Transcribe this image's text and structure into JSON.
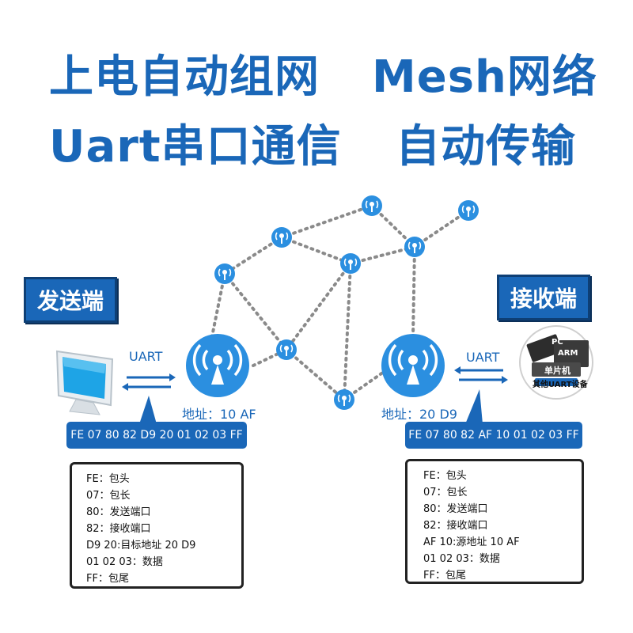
{
  "headline": {
    "line1_left": "上电自动组网",
    "line1_right": "Mesh网络",
    "line2_left": "Uart串口通信",
    "line2_right": "自动传输"
  },
  "sender": {
    "tag": "发送端",
    "uart": "UART",
    "address": "地址：10 AF",
    "packet": "FE 07 80 82 D9 20 01 02 03 FF",
    "legend": [
      "FE：包头",
      "07：包长",
      "80：发送端口",
      "82：接收端口",
      "D9 20:目标地址 20 D9",
      "01 02 03：数据",
      "FF：包尾"
    ]
  },
  "receiver": {
    "tag": "接收端",
    "uart": "UART",
    "address": "地址：20 D9",
    "packet": "FE 07 80 82 AF 10 01 02 03 FF",
    "legend": [
      "FE：包头",
      "07：包长",
      "80：发送端口",
      "82：接收端口",
      "AF 10:源地址 10 AF",
      "01 02 03：数据",
      "FF：包尾"
    ],
    "device_labels": {
      "pc": "PC",
      "arm": "ARM",
      "mcu": "单片机",
      "other": "其他UART设备"
    }
  },
  "colors": {
    "brand_blue": "#1a67b8",
    "node_blue": "#2b8fe0",
    "link_gray": "#8a8a8a"
  },
  "icons": {
    "node": "antenna-icon",
    "computer": "computer-monitor-icon",
    "device": "chip-board-icon"
  }
}
